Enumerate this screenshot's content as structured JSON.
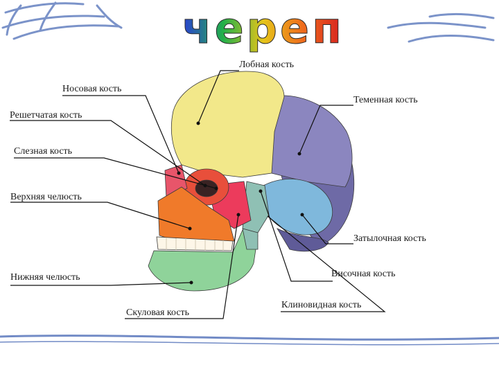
{
  "title": "череп",
  "colors": {
    "frontal": "#f2e88a",
    "parietal": "#8b86bf",
    "occipital": "#6e6aa6",
    "temporal": "#7fb8dc",
    "sphenoid": "#8fc0b4",
    "zygomatic": "#ec3b5c",
    "maxilla": "#f07a2a",
    "mandible": "#8fd39a",
    "nasal": "#e8556a",
    "teeth": "#fdf6e8",
    "leader": "#111111",
    "decor": "#4f6fb8"
  },
  "labels": {
    "frontal": "Лобная кость",
    "nasal": "Носовая кость",
    "parietal": "Теменная кость",
    "ethmoid": "Решетчатая кость",
    "lacrimal": "Слезная кость",
    "maxilla": "Верхняя челюсть",
    "occipital": "Затылочная кость",
    "mandible": "Нижняя челюсть",
    "temporal": "Височная кость",
    "zygomatic": "Скуловая кость",
    "sphenoid": "Клиновидная кость"
  }
}
